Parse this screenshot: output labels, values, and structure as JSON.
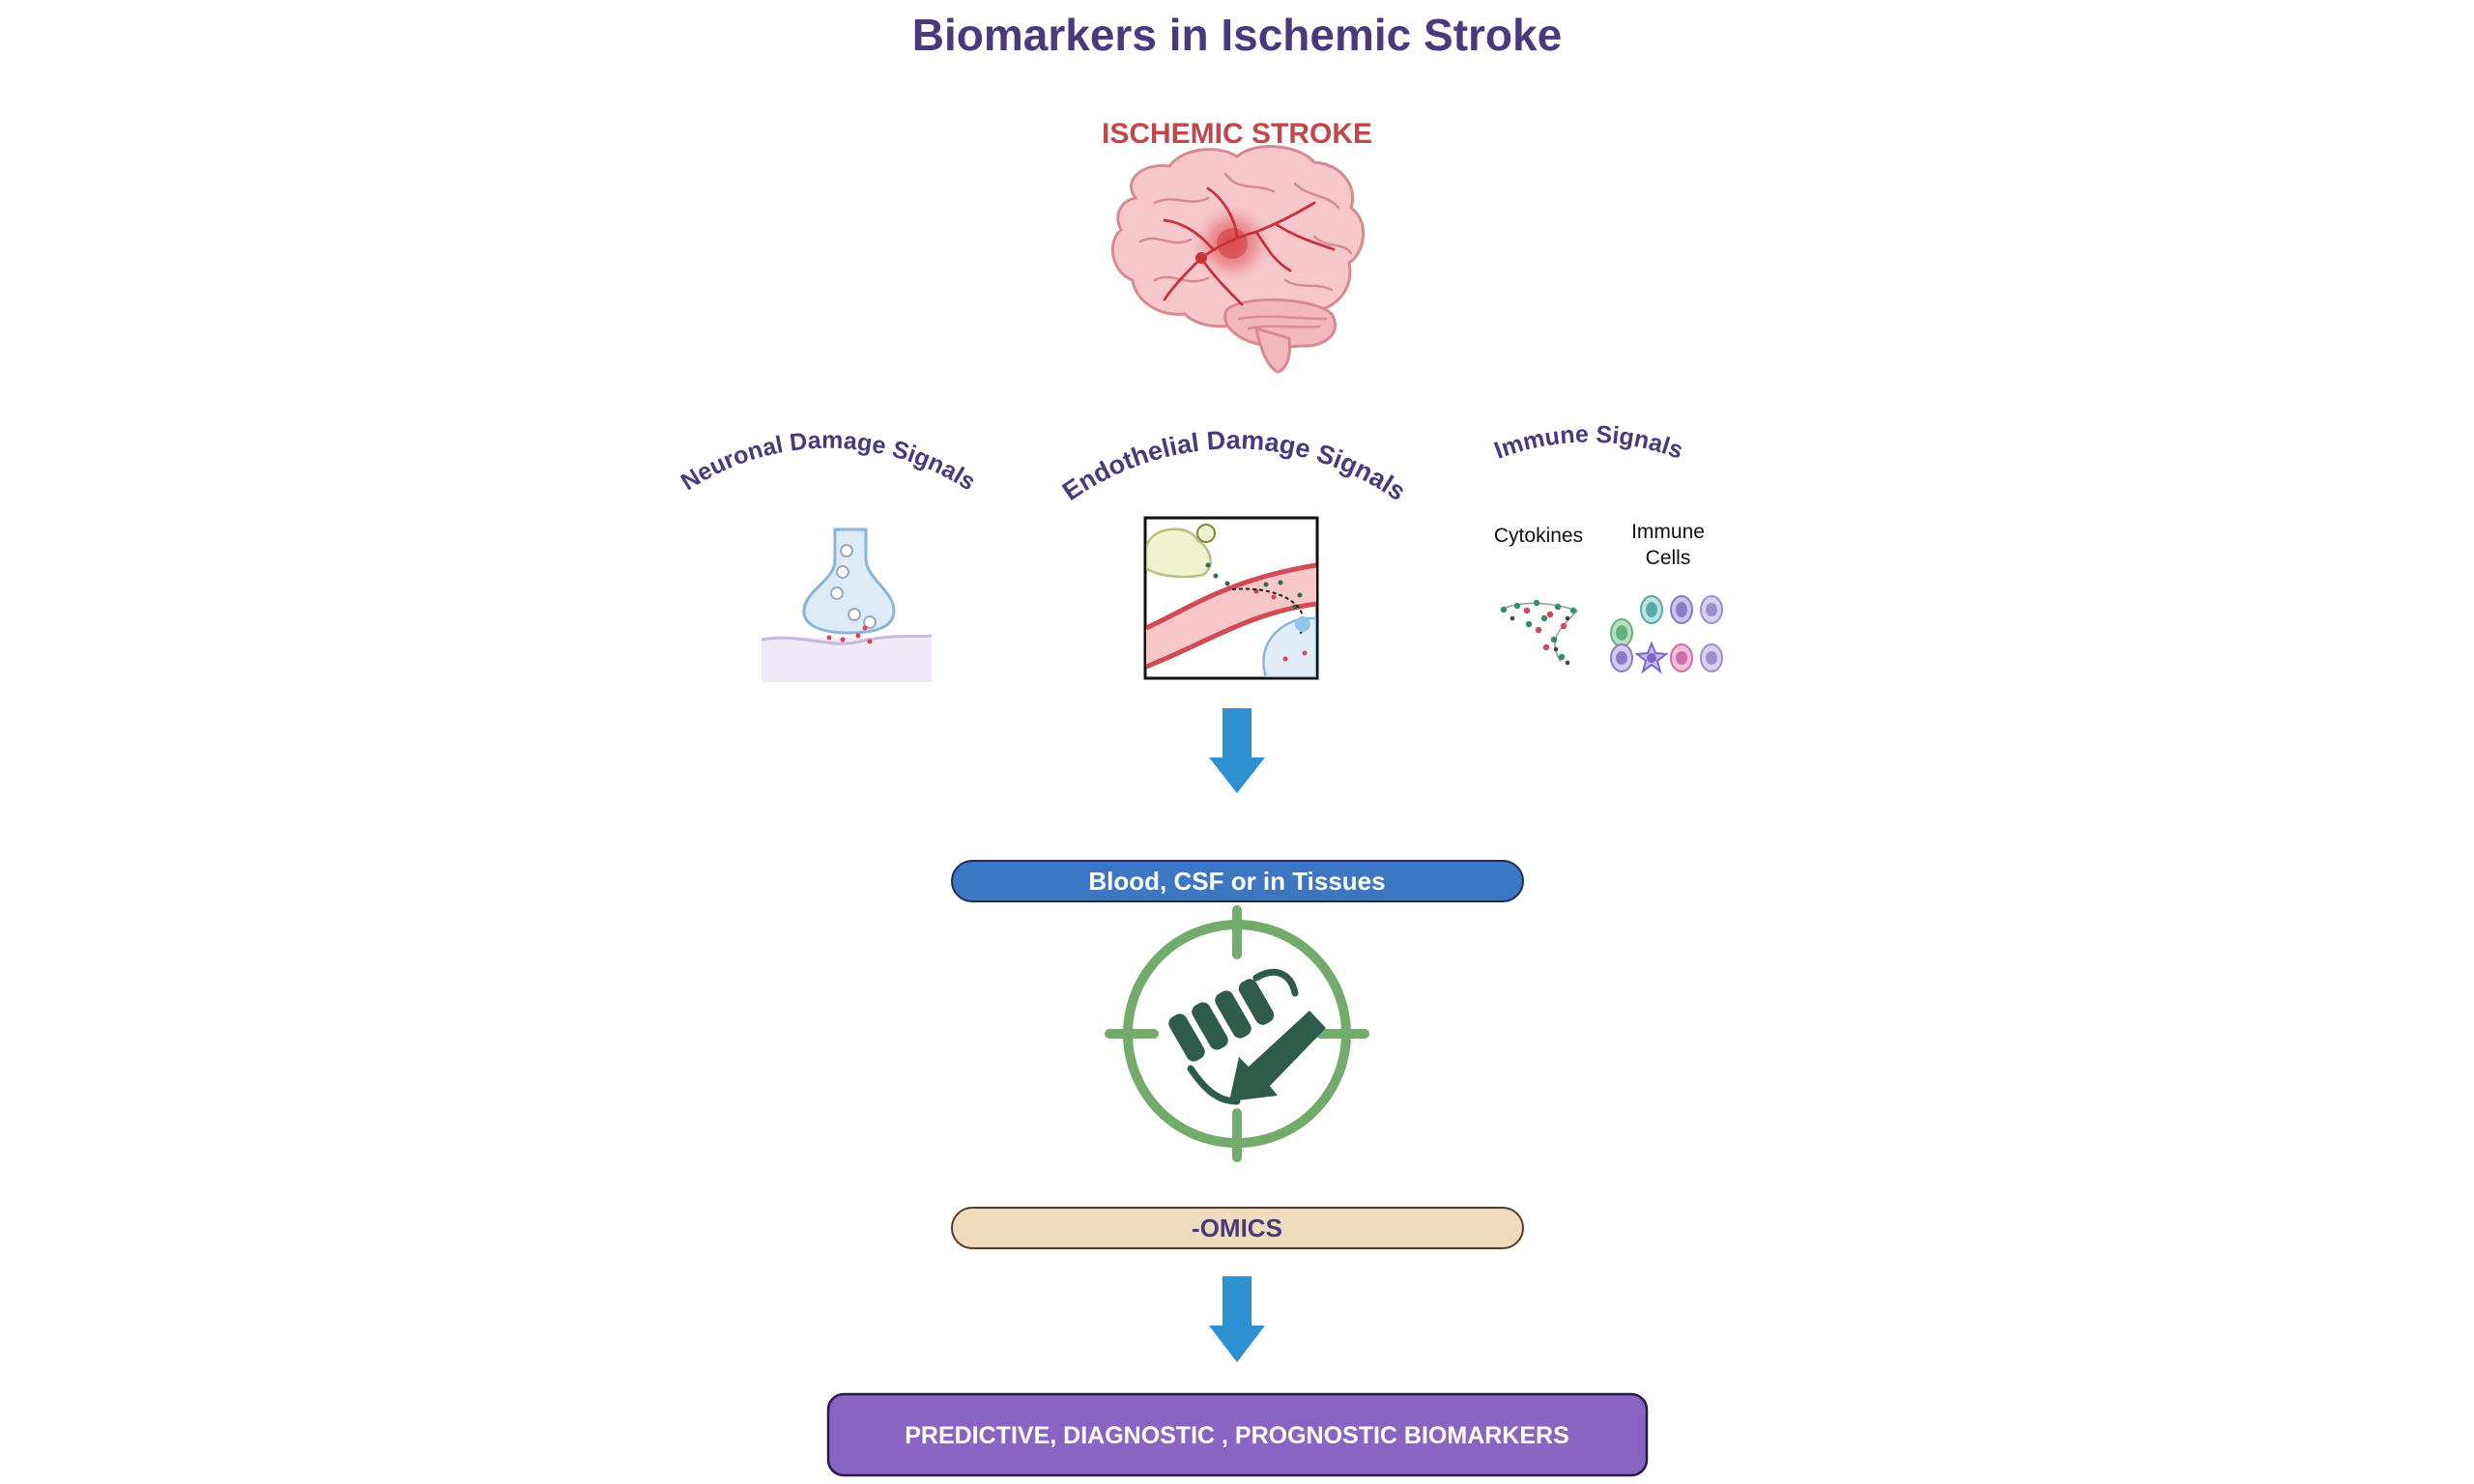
{
  "diagram": {
    "title": "Biomarkers in Ischemic Stroke",
    "stroke_label": "ISCHEMIC STROKE",
    "signals": {
      "neuronal": "Neuronal Damage Signals",
      "endothelial": "Endothelial Damage Signals",
      "immune": "Immune Signals"
    },
    "immune_sub": {
      "cytokines": "Cytokines",
      "immune_cells_line1": "Immune",
      "immune_cells_line2": "Cells"
    },
    "sample_box": "Blood, CSF or in Tissues",
    "omics_box": "-OMICS",
    "result_box": "PREDICTIVE, DIAGNOSTIC , PROGNOSTIC BIOMARKERS"
  },
  "colors": {
    "title": "#4a3a7d",
    "stroke_label": "#c0474b",
    "arc_label": "#4a3a7d",
    "arrow": "#2e91d0",
    "sample_fill": "#3d76c2",
    "omics_fill": "#f0dcbd",
    "omics_text": "#4a3a7d",
    "result_fill": "#8b63c3",
    "target": "#72ab6c",
    "protein": "#2f5c4a"
  },
  "icons": {
    "brain": "brain-icon",
    "synapse": "synapse-icon",
    "vessel": "blood-vessel-icon",
    "cytokines": "cytokine-icon",
    "immune_cells": "immune-cells-icon",
    "target": "target-icon",
    "protein": "protein-icon"
  }
}
